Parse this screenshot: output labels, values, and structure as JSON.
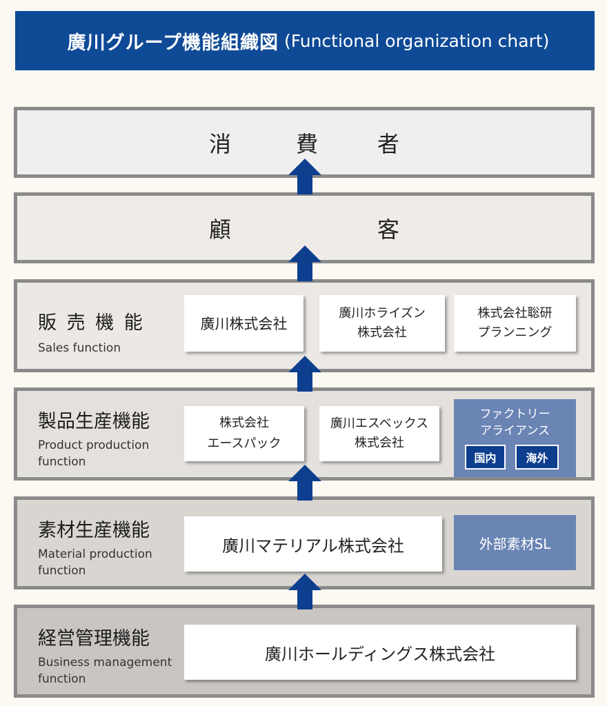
{
  "header": {
    "title_jp": "廣川グループ機能組織図",
    "title_en": "(Functional organization chart)"
  },
  "levels": {
    "consumer": {
      "c1": "消",
      "c2": "費",
      "c3": "者"
    },
    "customer": {
      "c1": "顧",
      "c2": "客"
    },
    "sales": {
      "label_jp": "販 売 機 能",
      "label_en": "Sales function",
      "companies": [
        "廣川株式会社",
        "廣川ホライズン\n株式会社",
        "株式会社聡研\nプランニング"
      ]
    },
    "product": {
      "label_jp": "製品生産機能",
      "label_en": "Product production\nfunction",
      "companies": [
        "株式会社\nエースパック",
        "廣川エスベックス\n株式会社"
      ],
      "alliance": {
        "name": "ファクトリー\nアライアンス",
        "domestic": "国内",
        "overseas": "海外"
      }
    },
    "material": {
      "label_jp": "素材生産機能",
      "label_en": "Material production\nfunction",
      "company": "廣川マテリアル株式会社",
      "external": "外部素材SL"
    },
    "management": {
      "label_jp": "経営管理機能",
      "label_en": "Business management\nfunction",
      "company": "廣川ホールディングス株式会社"
    }
  },
  "colors": {
    "banner": "#0e4a96",
    "arrow": "#0e3e8e",
    "blue_box": "#6a84b4",
    "border": "#8a8a8a"
  }
}
